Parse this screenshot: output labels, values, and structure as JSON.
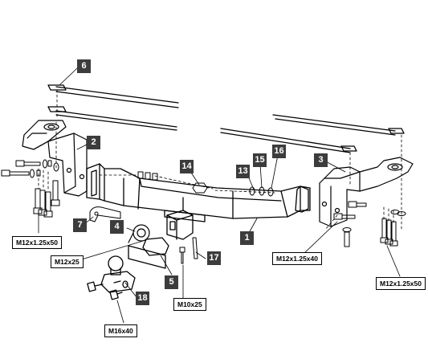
{
  "part_numbers": {
    "p1": "1",
    "p2": "2",
    "p3": "3",
    "p4": "4",
    "p5": "5",
    "p6": "6",
    "p7": "7",
    "p13": "13",
    "p14": "14",
    "p15": "15",
    "p16": "16",
    "p17": "17",
    "p18": "18"
  },
  "bolt_specs": {
    "left_bracket_bolts": "M12x1.25x50",
    "lower_left_bolt": "M12x25",
    "right_bracket_bolts": "M12x1.25x40",
    "far_right_bolts": "M12x1.25x50",
    "tow_ball_bolt": "M10x25",
    "ball_mount_bolts": "M16x40"
  },
  "colors": {
    "line": "#000000",
    "label_fill": "#3c3c3c",
    "label_text": "#ffffff"
  }
}
